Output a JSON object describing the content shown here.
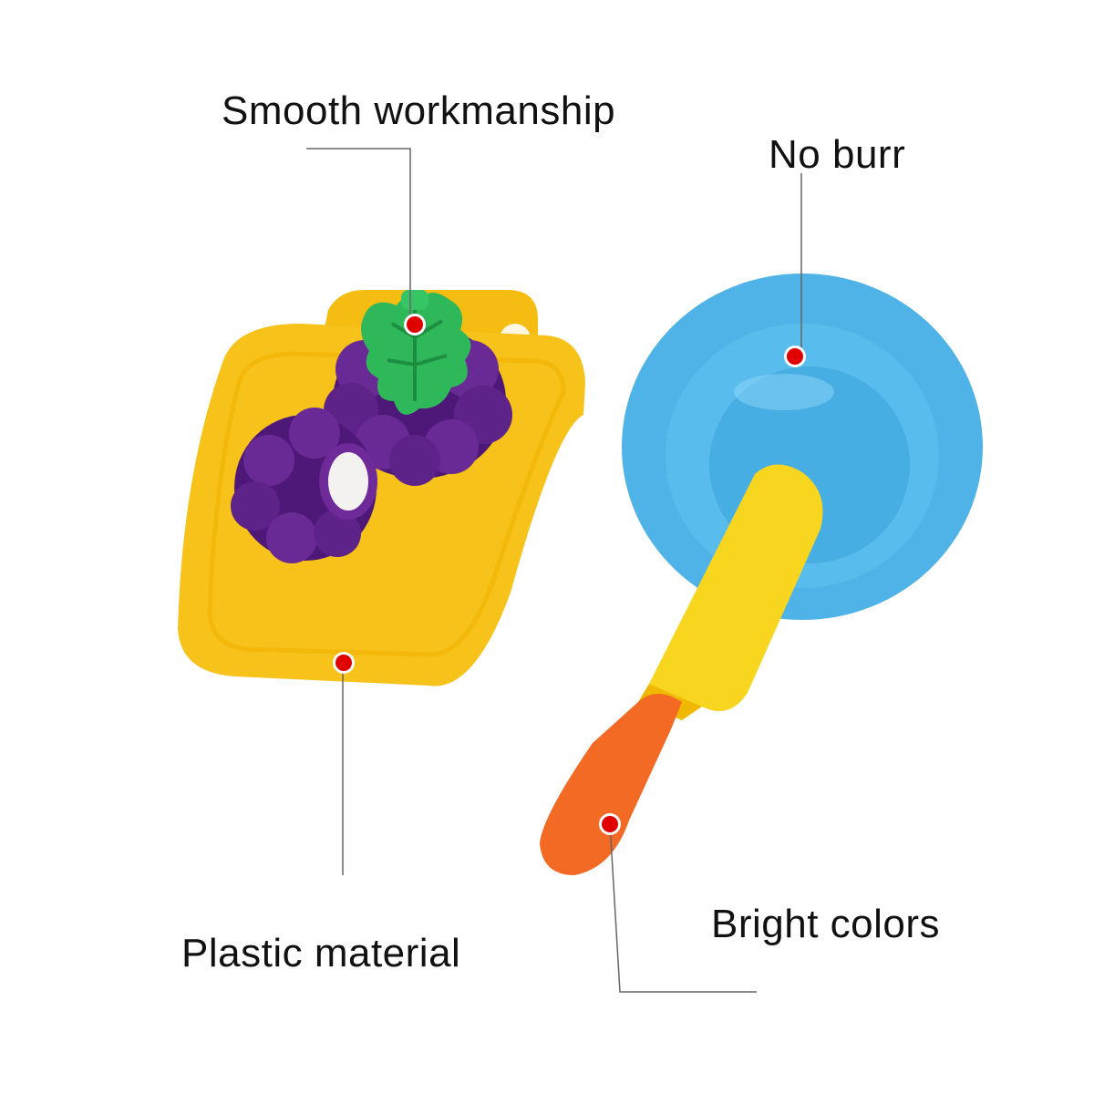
{
  "callouts": {
    "smooth": "Smooth workmanship",
    "no_burr": "No burr",
    "plastic": "Plastic material",
    "bright": "Bright colors"
  },
  "colors": {
    "board": "#f7c21a",
    "grape": "#5b1f86",
    "leaf": "#2fb85a",
    "plate": "#4fb3e8",
    "knife_blade": "#f8d51f",
    "knife_handle": "#f26a23",
    "marker": "#e00000",
    "leader": "#666666"
  }
}
